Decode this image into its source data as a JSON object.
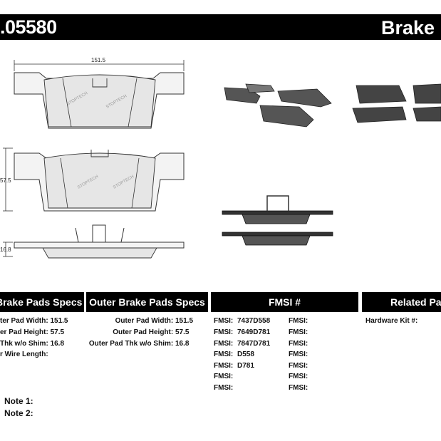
{
  "header": {
    "part_number": ".05580",
    "product_title": "Brake P"
  },
  "dimensions": {
    "width": "151.5",
    "height": "57.5",
    "thickness": "16.8"
  },
  "columns": {
    "inner_specs": "Brake Pads Specs",
    "outer_specs": "Outer Brake Pads Specs",
    "fmsi": "FMSI #",
    "related": "Related Pa"
  },
  "inner_specs": [
    {
      "label": "ter Pad Width:",
      "value": "151.5"
    },
    {
      "label": "er Pad Height:",
      "value": "57.5"
    },
    {
      "label": "Thk w/o Shim:",
      "value": "16.8"
    },
    {
      "label": "r Wire Length:",
      "value": ""
    }
  ],
  "outer_specs": [
    {
      "label": "Outer Pad Width:",
      "value": "151.5"
    },
    {
      "label": "Outer Pad Height:",
      "value": "57.5"
    },
    {
      "label": "Outer Pad Thk w/o Shim:",
      "value": "16.8"
    }
  ],
  "fmsi_left": [
    {
      "label": "FMSI:",
      "value": "7437D558"
    },
    {
      "label": "FMSI:",
      "value": "7649D781"
    },
    {
      "label": "FMSI:",
      "value": "7847D781"
    },
    {
      "label": "FMSI:",
      "value": "D558"
    },
    {
      "label": "FMSI:",
      "value": "D781"
    },
    {
      "label": "FMSI:",
      "value": ""
    },
    {
      "label": "FMSI:",
      "value": ""
    }
  ],
  "fmsi_right": [
    "FMSI:",
    "FMSI:",
    "FMSI:",
    "FMSI:",
    "FMSI:",
    "FMSI:",
    "FMSI:"
  ],
  "related": {
    "hardware_kit": "Hardware Kit #:"
  },
  "notes": {
    "note1": "Note 1:",
    "note2": "Note 2:"
  },
  "colors": {
    "header_bg": "#000000",
    "header_text": "#ffffff",
    "pad_fill": "#eeeeee",
    "pad_photo": "#555555"
  }
}
